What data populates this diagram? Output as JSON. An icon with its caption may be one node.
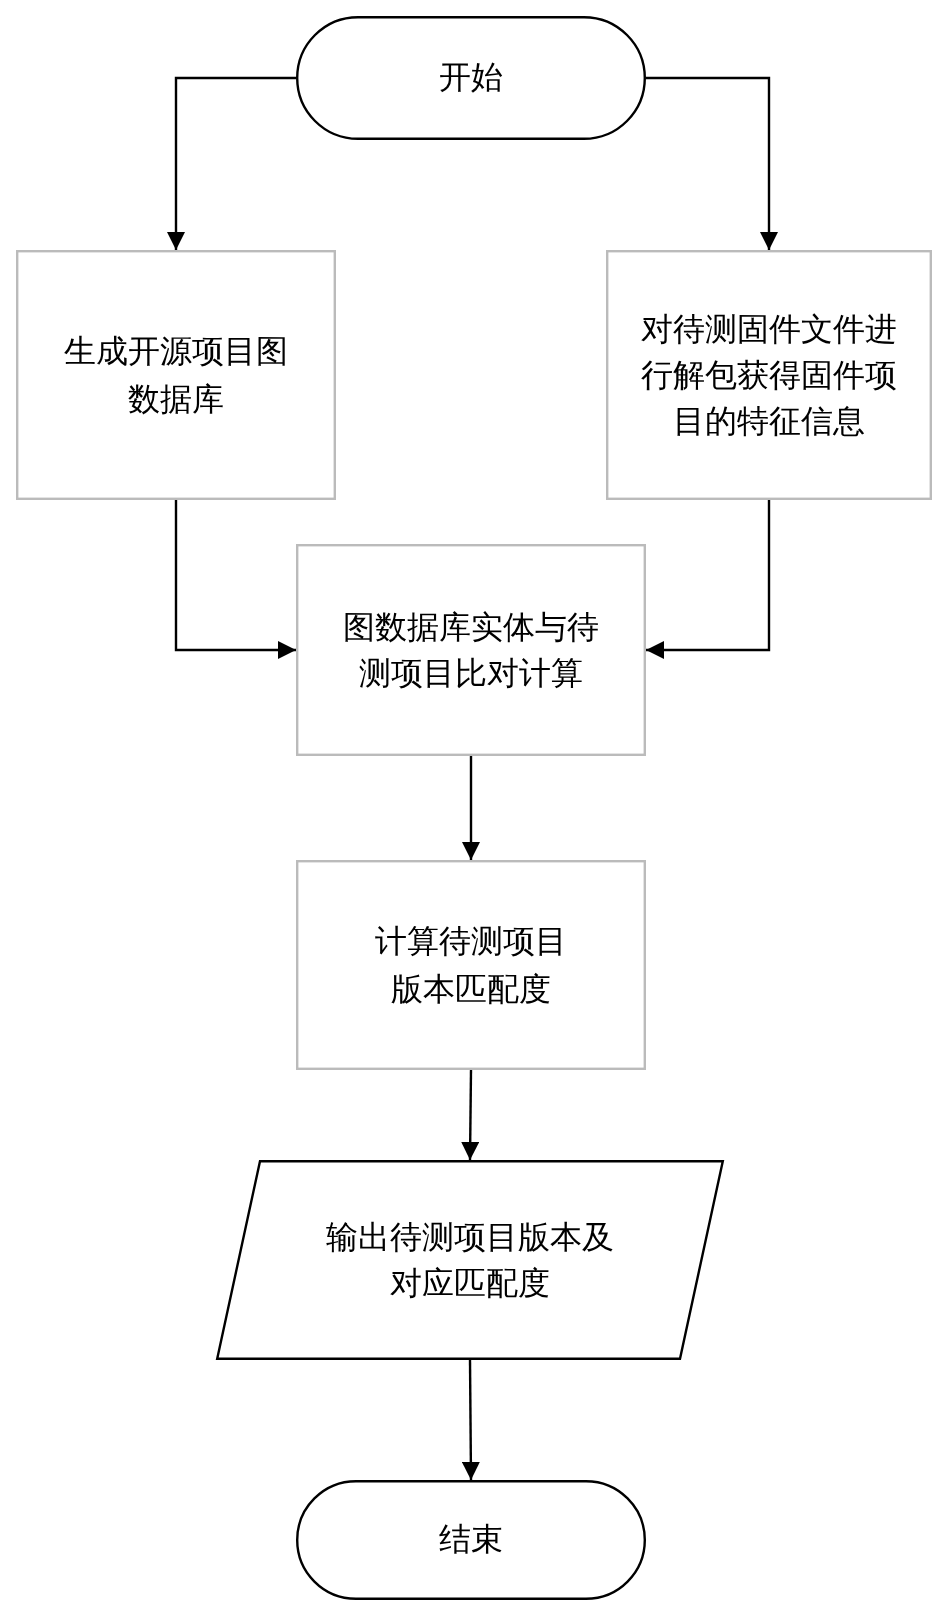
{
  "diagram": {
    "nodes": [
      {
        "text": [
          "开始"
        ]
      },
      {
        "text": [
          "生成开源项目图数据库"
        ]
      },
      {
        "text": [
          "对待测固件文件进行解包获得固件项目的特征信息"
        ]
      },
      {
        "text": [
          "图数据库实体与待测项目比对计算"
        ]
      },
      {
        "text": [
          "计算待测项目版本匹配度"
        ]
      },
      {
        "text": [
          "输出待测项目版本及对应匹配度"
        ]
      },
      {
        "text": [
          "结束"
        ]
      }
    ],
    "edges": [
      {
        "from": 0,
        "to": 1,
        "arrow": "to"
      },
      {
        "from": 0,
        "to": 2,
        "arrow": "to"
      },
      {
        "from": 1,
        "to": 3,
        "arrow": "to"
      },
      {
        "from": 2,
        "to": 3,
        "arrow": "to"
      },
      {
        "from": 3,
        "to": 4,
        "arrow": "to"
      },
      {
        "from": 4,
        "to": 5,
        "arrow": "to"
      },
      {
        "from": 5,
        "to": 6,
        "arrow": "to"
      }
    ]
  }
}
